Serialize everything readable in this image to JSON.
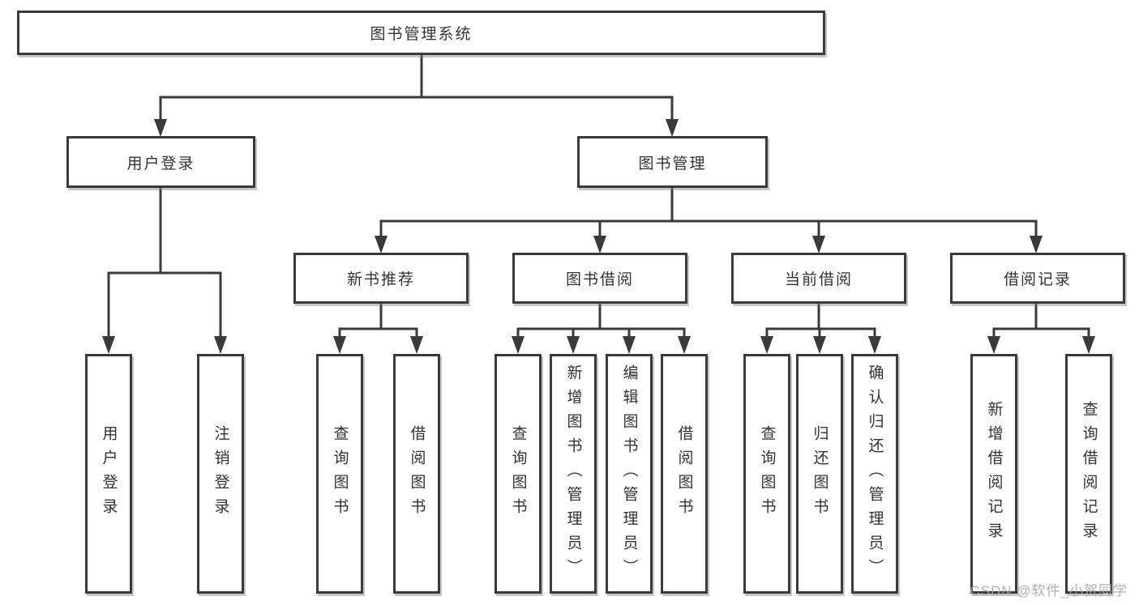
{
  "diagram": {
    "type": "hierarchy-tree",
    "root": {
      "label": "图书管理系统",
      "children": [
        {
          "label": "用户登录",
          "children": [
            {
              "label": "用户登录"
            },
            {
              "label": "注销登录"
            }
          ]
        },
        {
          "label": "图书管理",
          "children": [
            {
              "label": "新书推荐",
              "children": [
                {
                  "label": "查询图书"
                },
                {
                  "label": "借阅图书"
                }
              ]
            },
            {
              "label": "图书借阅",
              "children": [
                {
                  "label": "查询图书"
                },
                {
                  "label": "新增图书（管理员）"
                },
                {
                  "label": "编辑图书（管理员）"
                },
                {
                  "label": "借阅图书"
                }
              ]
            },
            {
              "label": "当前借阅",
              "children": [
                {
                  "label": "查询图书"
                },
                {
                  "label": "归还图书"
                },
                {
                  "label": "确认归还（管理员）"
                }
              ]
            },
            {
              "label": "借阅记录",
              "children": [
                {
                  "label": "新增借阅记录"
                },
                {
                  "label": "查询借阅记录"
                }
              ]
            }
          ]
        }
      ]
    },
    "colors": {
      "line": "#3a3a3a",
      "box_border": "#3a3a3a",
      "box_background": "#ffffff",
      "text": "#333333",
      "watermark": "#a8a8a8"
    }
  },
  "watermark": {
    "text": "CSDN @软件_小贺同学"
  }
}
